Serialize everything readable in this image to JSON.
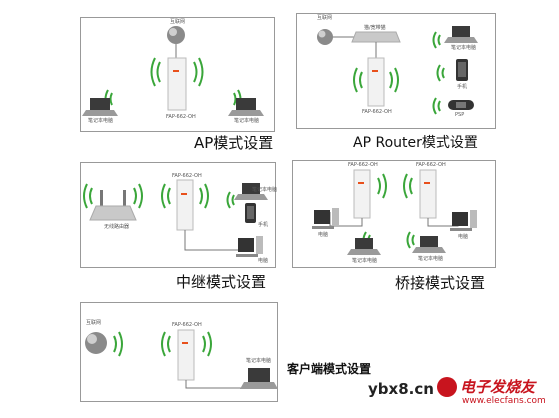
{
  "panels": {
    "ap": {
      "caption": "AP模式设置",
      "internet": "互联网",
      "device": "FAP-662-OH",
      "laptop_left": "笔记本电脑",
      "laptop_right": "笔记本电脑"
    },
    "router": {
      "caption": "AP Router模式设置",
      "internet": "互联网",
      "modem": "猫/宽带猫",
      "device": "FAP-662-OH",
      "laptop": "笔记本电脑",
      "phone": "手机",
      "pad": "PSP"
    },
    "relay": {
      "caption": "中继模式设置",
      "router": "无线路由器",
      "device": "FAP-662-OH",
      "laptop": "笔记本电脑",
      "phone": "手机",
      "pc": "电脑"
    },
    "bridge": {
      "caption": "桥接模式设置",
      "device_left": "FAP-662-OH",
      "device_right": "FAP-662-OH",
      "pc_left": "电脑",
      "laptop_mid": "笔记本电脑",
      "laptop_right": "笔记本电脑",
      "pc_right": "电脑"
    },
    "client": {
      "caption": "客户端模式设置",
      "internet": "互联网",
      "device": "FAP-662-OH",
      "laptop": "笔记本电脑"
    }
  },
  "watermark": {
    "site": "ybx8.cn",
    "logo_text": "电子发烧友",
    "url": "www.elecfans.com"
  },
  "colors": {
    "wifi_green": "#3aa63a",
    "device_orange": "#e8501c",
    "watermark_red": "#c8141e",
    "panel_border": "#999999"
  }
}
